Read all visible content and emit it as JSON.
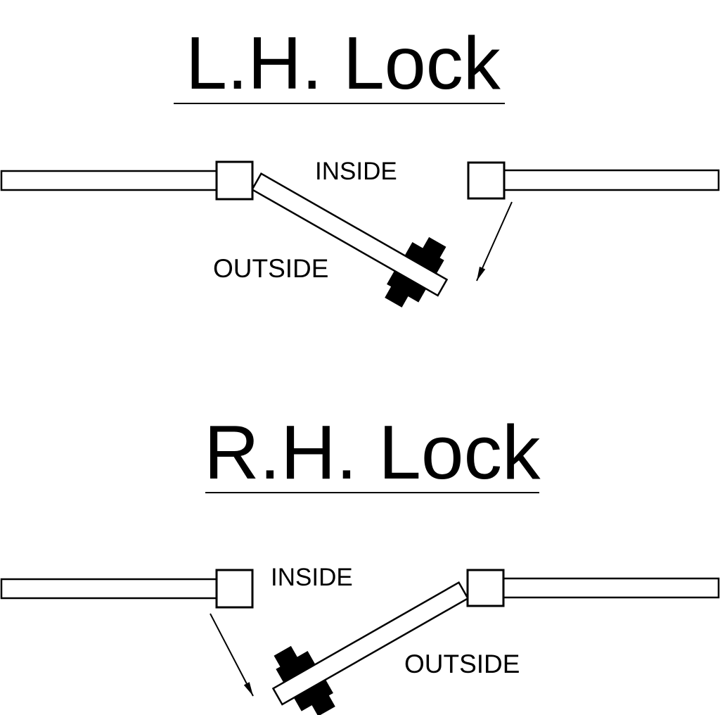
{
  "page": {
    "background_color": "#ffffff",
    "line_color": "#000000",
    "key_bit_color": "#000000"
  },
  "sections": [
    {
      "id": "lh",
      "title": "L.H. Lock",
      "labels": {
        "inside": "INSIDE",
        "outside": "OUTSIDE"
      },
      "key_attached_to": "left-hub",
      "arrow_near": "right-hub"
    },
    {
      "id": "rh",
      "title": "R.H. Lock",
      "labels": {
        "inside": "INSIDE",
        "outside": "OUTSIDE"
      },
      "key_attached_to": "right-hub",
      "arrow_near": "left-hub"
    }
  ]
}
